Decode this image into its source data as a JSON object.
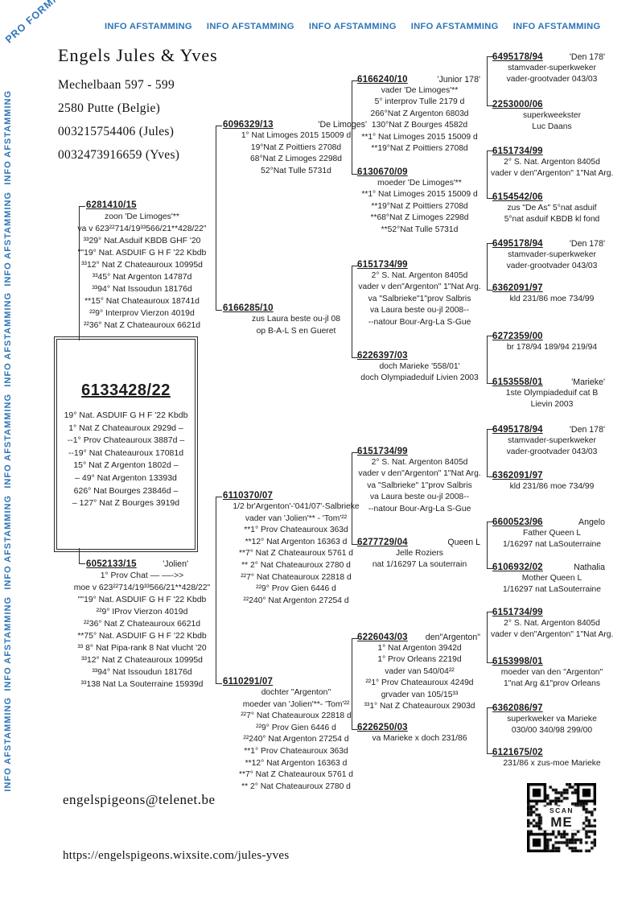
{
  "banner": {
    "pro_forma": "PRO FORMA",
    "top": [
      "INFO AFSTAMMING",
      "INFO AFSTAMMING",
      "INFO AFSTAMMING",
      "INFO AFSTAMMING",
      "INFO AFSTAMMING"
    ],
    "left": [
      "INFO AFSTAMMING",
      "INFO AFSTAMMING",
      "INFO AFSTAMMING",
      "INFO AFSTAMMING",
      "INFO AFSTAMMING",
      "INFO AFSTAMMING",
      "INFO AFSTAMMING"
    ]
  },
  "owner": {
    "name": "Engels Jules & Yves",
    "address1": "Mechelbaan 597 - 599",
    "address2": "2580 Putte  (Belgie)",
    "phone_jules": "003215754406 (Jules)",
    "phone_yves": "0032473916659 (Yves)"
  },
  "subject": {
    "ring": "6133428/22",
    "lines": [
      "19° Nat. ASDUIF G H F '22 Kbdb",
      "1° Nat Z Chateauroux 2929d –",
      "--1° Prov Chateauroux 3887d –",
      "--19° Nat Chateauroux 17081d",
      "15° Nat Z Argenton 1802d –",
      "– 49° Nat Argenton 13393d",
      "626° Nat Bourges 23846d –",
      "– 127° Nat Z Bourges 3919d"
    ]
  },
  "generations": {
    "gen1": [
      {
        "ring": "6281410/15",
        "lines": [
          "zoon 'De Limoges'**",
          "va v 623²²714/19³³566/21**428/22\"",
          "³³29° Nat.Asduif KBDB GHF '20",
          "\"\"19° Nat. ASDUIF G H F '22 Kbdb",
          "³³12° Nat Z Chateauroux 10995d",
          "³³45° Nat Argenton 14787d",
          "³³94° Nat Issoudun 18176d",
          "**15° Nat Chateauroux 18741d",
          "²²9° Interprov Vierzon 4019d",
          "²²36° Nat Z Chateauroux 6621d"
        ]
      },
      {
        "ring": "6052133/15",
        "name": "'Jolien'",
        "lines": [
          "1° Prov Chat –– ––->>",
          "moe v 623²²714/19³³566/21**428/22\"",
          "\"\"19° Nat. ASDUIF G H F '22 Kbdb",
          "²²9° IProv Vierzon 4019d",
          "²²36° Nat Z Chateauroux 6621d",
          "**75° Nat. ASDUIF G H F '22 Kbdb",
          "³³ 8° Nat Pipa-rank 8 Nat vlucht '20",
          "³³12° Nat Z Chateauroux 10995d",
          "³³94° Nat Issoudun 18176d",
          "³³138 Nat La Souterraine 15939d"
        ]
      }
    ],
    "gen2": [
      {
        "ring": "6096329/13",
        "name": "'De Limoges'",
        "lines": [
          "1° Nat Limoges 2015  15009 d",
          "19°Nat Z Poittiers 2708d",
          "68°Nat Z Limoges 2298d",
          "52°Nat Tulle 5731d"
        ]
      },
      {
        "ring": "6166285/10",
        "lines": [
          "zus Laura beste ou-jl 08",
          "op B-A-L S en Gueret"
        ]
      },
      {
        "ring": "6110370/07",
        "lines": [
          "1/2 br'Argenton'-'041/07'-Salbrieke",
          "vader van 'Jolien'** - 'Tom'²²",
          "**1° Prov Chateauroux 363d",
          "**12° Nat Argenton 16363 d",
          "**7° Nat Z Chateauroux 5761 d",
          "** 2° Nat Chateauroux 2780 d",
          "²²7° Nat Chateauroux 22818 d",
          "²²9° Prov Gien 6446 d",
          "²²240° Nat Argenton 27254 d"
        ]
      },
      {
        "ring": "6110291/07",
        "lines": [
          "dochter \"Argenton''",
          "moeder van 'Jolien'**- 'Tom'²²",
          "²²7° Nat Chateauroux 22818 d",
          "²²9° Prov Gien 6446 d",
          "²²240° Nat Argenton 27254 d",
          "**1° Prov Chateauroux 363d",
          "**12° Nat Argenton 16363 d",
          "**7° Nat Z Chateauroux 5761 d",
          "** 2° Nat Chateauroux 2780 d"
        ]
      }
    ],
    "gen3": [
      {
        "ring": "6166240/10",
        "name": "'Junior 178'",
        "lines": [
          "vader 'De Limoges'**",
          "5° interprov Tulle 2179 d",
          "266°Nat Z Argenton 6803d",
          "130°Nat Z Bourges 4582d",
          "**1° Nat Limoges 2015  15009 d",
          "**19°Nat Z Poittiers 2708d"
        ]
      },
      {
        "ring": "6130670/09",
        "lines": [
          "moeder 'De Limoges'**",
          "**1° Nat Limoges 2015  15009 d",
          "**19°Nat Z Poittiers 2708d",
          "**68°Nat Z Limoges 2298d",
          "**52°Nat Tulle 5731d"
        ]
      },
      {
        "ring": "6151734/99",
        "lines": [
          "2° S. Nat. Argenton 8405d",
          "vader v den\"Argenton\" 1\"Nat Arg.",
          "va \"Salbrieke\"1\"prov Salbris",
          "va Laura beste ou-jl 2008--",
          "--natour Bour-Arg-La S-Gue"
        ]
      },
      {
        "ring": "6226397/03",
        "lines": [
          "doch Marieke '558/01'",
          "doch Olympiadeduif Livien 2003"
        ]
      },
      {
        "ring": "6151734/99",
        "lines": [
          "2° S. Nat. Argenton 8405d",
          "vader v den\"Argenton\" 1\"Nat Arg.",
          "va \"Salbrieke\" 1\"prov Salbris",
          "va Laura beste ou-jl 2008--",
          "--natour Bour-Arg-La S-Gue"
        ]
      },
      {
        "ring": "6277729/04",
        "name": "Queen L",
        "lines": [
          "Jelle Roziers",
          "nat 1/16297 La souterrain"
        ]
      },
      {
        "ring": "6226043/03",
        "name": "den\"Argenton\"",
        "lines": [
          "1° Nat Argenton 3942d",
          "1° Prov Orleans 2219d",
          "vader van 540/04²²",
          "²²1° Prov Chateauroux 4249d",
          "grvader van 105/15³³",
          "³³1° Nat Z Chateauroux 2903d"
        ]
      },
      {
        "ring": "6226250/03",
        "lines": [
          "va Marieke x doch 231/86"
        ]
      }
    ],
    "gen4": [
      {
        "ring": "6495178/94",
        "name": "'Den 178'",
        "lines": [
          "stamvader-superkweker",
          "vader-grootvader 043/03"
        ]
      },
      {
        "ring": "2253000/06",
        "lines": [
          "superkweekster",
          "Luc Daans"
        ]
      },
      {
        "ring": "6151734/99",
        "lines": [
          "2° S. Nat. Argenton 8405d",
          "vader v den\"Argenton\" 1\"Nat Arg."
        ]
      },
      {
        "ring": "6154542/06",
        "lines": [
          "zus \"De As\" 5°nat asduif",
          "5°nat asduif KBDB kl fond"
        ]
      },
      {
        "ring": "6495178/94",
        "name": "'Den 178'",
        "lines": [
          "stamvader-superkweker",
          "vader-grootvader 043/03"
        ]
      },
      {
        "ring": "6362091/97",
        "lines": [
          "kld 231/86 moe 734/99"
        ]
      },
      {
        "ring": "6272359/00",
        "lines": [
          "br 178/94 189/94 219/94"
        ]
      },
      {
        "ring": "6153558/01",
        "name": "'Marieke'",
        "lines": [
          "1ste Olympiadeduif cat B",
          "Lievin 2003"
        ]
      },
      {
        "ring": "6495178/94",
        "name": "'Den 178'",
        "lines": [
          "stamvader-superkweker",
          "vader-grootvader 043/03"
        ]
      },
      {
        "ring": "6362091/97",
        "lines": [
          "kld 231/86 moe 734/99"
        ]
      },
      {
        "ring": "6600523/96",
        "name": "Angelo",
        "lines": [
          "Father Queen L",
          "1/16297 nat LaSouterraine"
        ]
      },
      {
        "ring": "6106932/02",
        "name": "Nathalia",
        "lines": [
          "Mother Queen L",
          "1/16297 nat LaSouterraine"
        ]
      },
      {
        "ring": "6151734/99",
        "lines": [
          "2° S. Nat. Argenton 8405d",
          "vader v den\"Argenton\" 1\"Nat Arg."
        ]
      },
      {
        "ring": "6153998/01",
        "lines": [
          "moeder van den \"Argenton\"",
          "1\"nat Arg &1\"prov Orleans"
        ]
      },
      {
        "ring": "6362086/97",
        "lines": [
          "superkweker va Marieke",
          "030/00 340/98 299/00"
        ]
      },
      {
        "ring": "6121675/02",
        "lines": [
          "231/86 x zus-moe Marieke"
        ]
      }
    ]
  },
  "footer": {
    "email": "engelspigeons@telenet.be",
    "website": "https://engelspigeons.wixsite.com/jules-yves"
  },
  "qr": {
    "line1": "SCAN",
    "line2": "ME"
  }
}
